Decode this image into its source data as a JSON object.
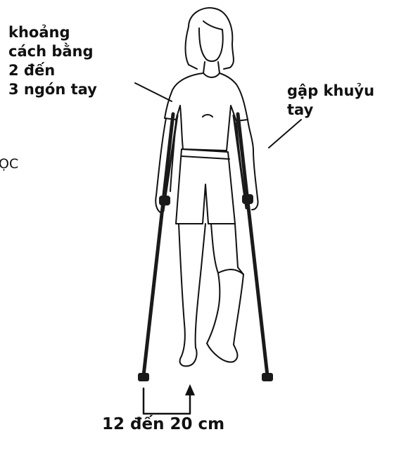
{
  "labels": {
    "armpit_lines": [
      "khoảng",
      "cách bằng",
      "2 đến",
      "3 ngón tay"
    ],
    "elbow_lines": [
      "gập khuỷu",
      "tay"
    ],
    "cut_off": "ỌC",
    "distance": "12 đến 20 cm"
  },
  "colors": {
    "ink": "#111111",
    "crutch": "#1a1a1a",
    "background": "#ffffff"
  }
}
